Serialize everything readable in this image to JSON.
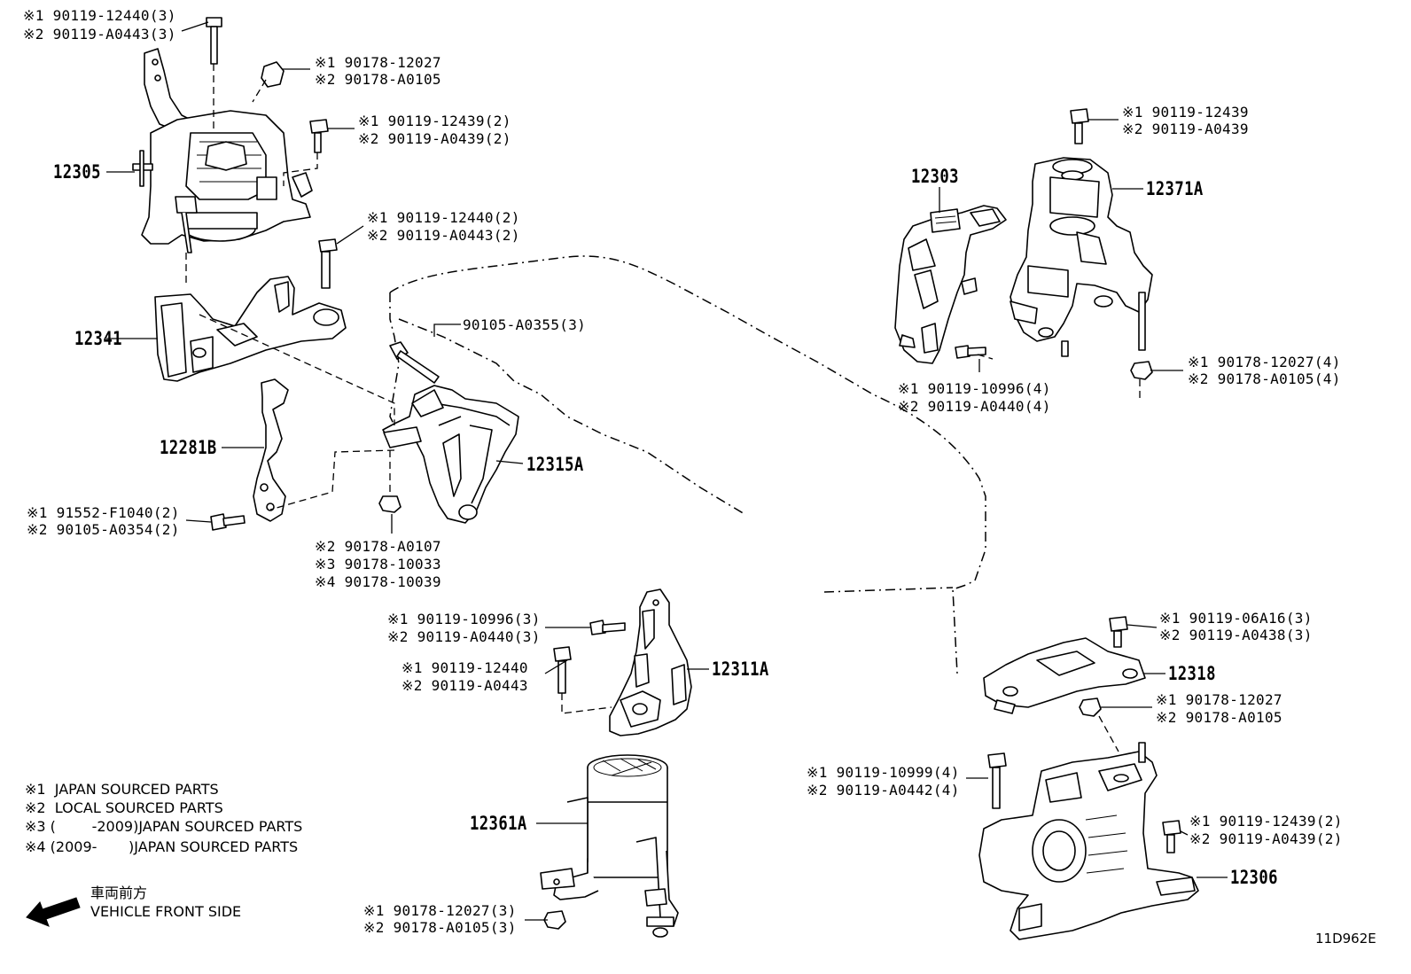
{
  "parts": {
    "p12305": "12305",
    "p12341": "12341",
    "p12281B": "12281B",
    "p12315A": "12315A",
    "p12303": "12303",
    "p12371A": "12371A",
    "p12311A": "12311A",
    "p12361A": "12361A",
    "p12318": "12318",
    "p12306": "12306"
  },
  "callouts": {
    "c1a": "※1 90119-12440(3)",
    "c1b": "※2 90119-A0443(3)",
    "c2a": "※1 90178-12027",
    "c2b": "※2 90178-A0105",
    "c3a": "※1 90119-12439(2)",
    "c3b": "※2 90119-A0439(2)",
    "c4a": "※1 90119-12440(2)",
    "c4b": "※2 90119-A0443(2)",
    "c5": "90105-A0355(3)",
    "c6a": "※1 91552-F1040(2)",
    "c6b": "※2 90105-A0354(2)",
    "c7a": "※2 90178-A0107",
    "c7b": "※3 90178-10033",
    "c7c": "※4 90178-10039",
    "c8a": "※1 90119-12439",
    "c8b": "※2 90119-A0439",
    "c9a": "※1 90119-10996(4)",
    "c9b": "※2 90119-A0440(4)",
    "c10a": "※1 90178-12027(4)",
    "c10b": "※2 90178-A0105(4)",
    "c11a": "※1 90119-10996(3)",
    "c11b": "※2 90119-A0440(3)",
    "c12a": "※1 90119-12440",
    "c12b": "※2 90119-A0443",
    "c13a": "※1 90119-06A16(3)",
    "c13b": "※2 90119-A0438(3)",
    "c14a": "※1 90178-12027",
    "c14b": "※2 90178-A0105",
    "c15a": "※1 90119-10999(4)",
    "c15b": "※2 90119-A0442(4)",
    "c16a": "※1 90119-12439(2)",
    "c16b": "※2 90119-A0439(2)",
    "c17a": "※1 90178-12027(3)",
    "c17b": "※2 90178-A0105(3)"
  },
  "legend": {
    "l1": "※1  JAPAN SOURCED PARTS",
    "l2": "※2  LOCAL SOURCED PARTS",
    "l3": "※3 (        -2009)JAPAN SOURCED PARTS",
    "l4": "※4 (2009-       )JAPAN SOURCED PARTS"
  },
  "direction": {
    "jp": "車両前方",
    "en": "VEHICLE FRONT SIDE"
  },
  "diagram_ref": "11D962E"
}
